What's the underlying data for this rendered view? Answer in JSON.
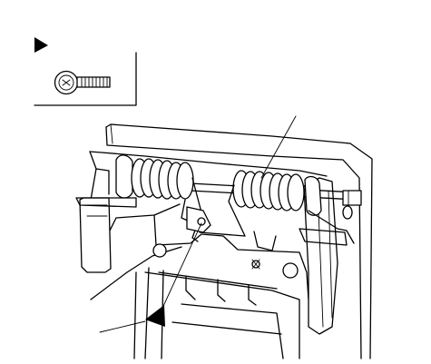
{
  "colors": {
    "ink": "#000000",
    "paper": "#ffffff"
  },
  "figure": {
    "legend_pointer_icon": "solid-triangle-pointer",
    "legend_fastener_icon": "flanged-bolt",
    "callout_pointer_icon": "solid-triangle-pointer",
    "assembly": "seat-hinge-spring-assembly"
  }
}
